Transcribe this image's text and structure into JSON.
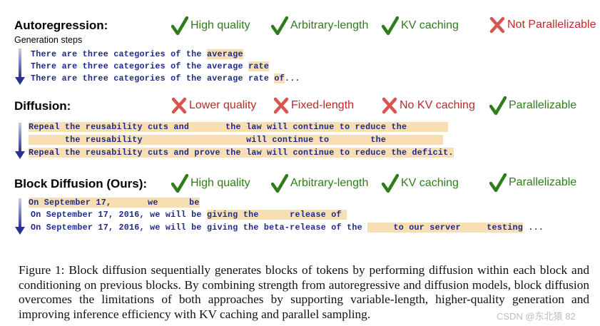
{
  "sections": {
    "ar": {
      "title": "Autoregression:",
      "subtitle": "Generation steps",
      "badges": [
        "High quality",
        "Arbitrary-length",
        "KV caching",
        "Not Parallelizable"
      ],
      "lines": [
        [
          "There are three categories of the ",
          "average"
        ],
        [
          "There are three categories of the average ",
          "rate"
        ],
        [
          "There are three categories of the average rate ",
          "of",
          "..."
        ]
      ]
    },
    "diff": {
      "title": "Diffusion:",
      "badges": [
        "Lower quality",
        "Fixed-length",
        "No KV caching",
        "Parallelizable"
      ],
      "lines": [
        "Repeal the reusability cuts and       the law will continue to reduce the        ",
        "       the reusability                    will continue to        the           ",
        "Repeal the reusability cuts and prove the law will continue to reduce the deficit."
      ]
    },
    "bd": {
      "title": "Block Diffusion (Ours):",
      "badges": [
        "High quality",
        "Arbitrary-length",
        "KV caching",
        "Parallelizable"
      ],
      "lines": [
        [
          "On September 17,       we      be"
        ],
        [
          "On September 17, 2016, we will be ",
          "giving the      release of "
        ],
        [
          "On September 17, 2016, we will be giving the beta-release of the ",
          "     to our server     testing",
          " ..."
        ]
      ]
    }
  },
  "caption": "Figure 1: Block diffusion sequentially generates blocks of tokens by performing diffusion within each block and conditioning on previous blocks. By combining strength from autoregressive and diffusion models, block diffusion overcomes the limitations of both approaches by supporting variable-length, higher-quality generation and improving inference efficiency with KV caching and parallel sampling.",
  "watermark": "CSDN @东北猿 82",
  "colors": {
    "positive": "#2e7d1a",
    "negative": "#c0282b",
    "token_text": "#1d2a8c",
    "highlight": "#f7dfb3"
  },
  "icons": {
    "positive": "check-icon",
    "negative": "cross-icon"
  }
}
